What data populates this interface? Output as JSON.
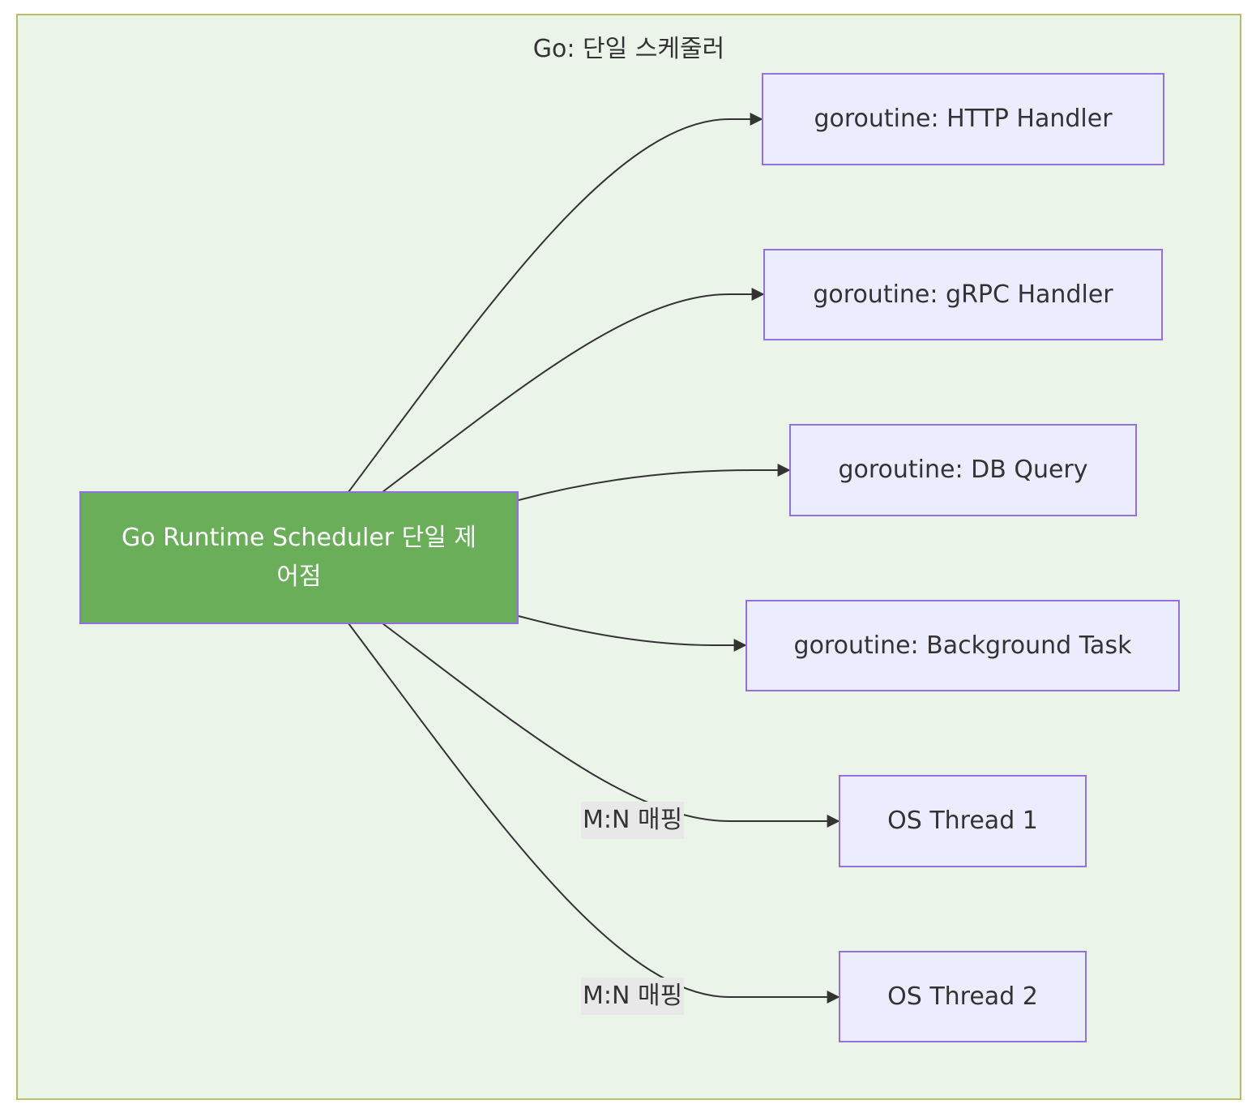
{
  "cluster": {
    "title": "Go: 단일 스케줄러"
  },
  "nodes": {
    "scheduler": "Go Runtime Scheduler 단일 제어점",
    "http": "goroutine: HTTP Handler",
    "grpc": "goroutine: gRPC Handler",
    "db": "goroutine: DB Query",
    "bg": "goroutine: Background Task",
    "os1": "OS Thread 1",
    "os2": "OS Thread 2"
  },
  "edge_labels": {
    "os1": "M:N 매핑",
    "os2": "M:N 매핑"
  },
  "colors": {
    "cluster_fill": "#eaf4e9",
    "cluster_border": "#b8bd6a",
    "node_fill": "#ececff",
    "node_border": "#9370db",
    "main_fill": "#6aae5a",
    "edge": "#333333"
  }
}
